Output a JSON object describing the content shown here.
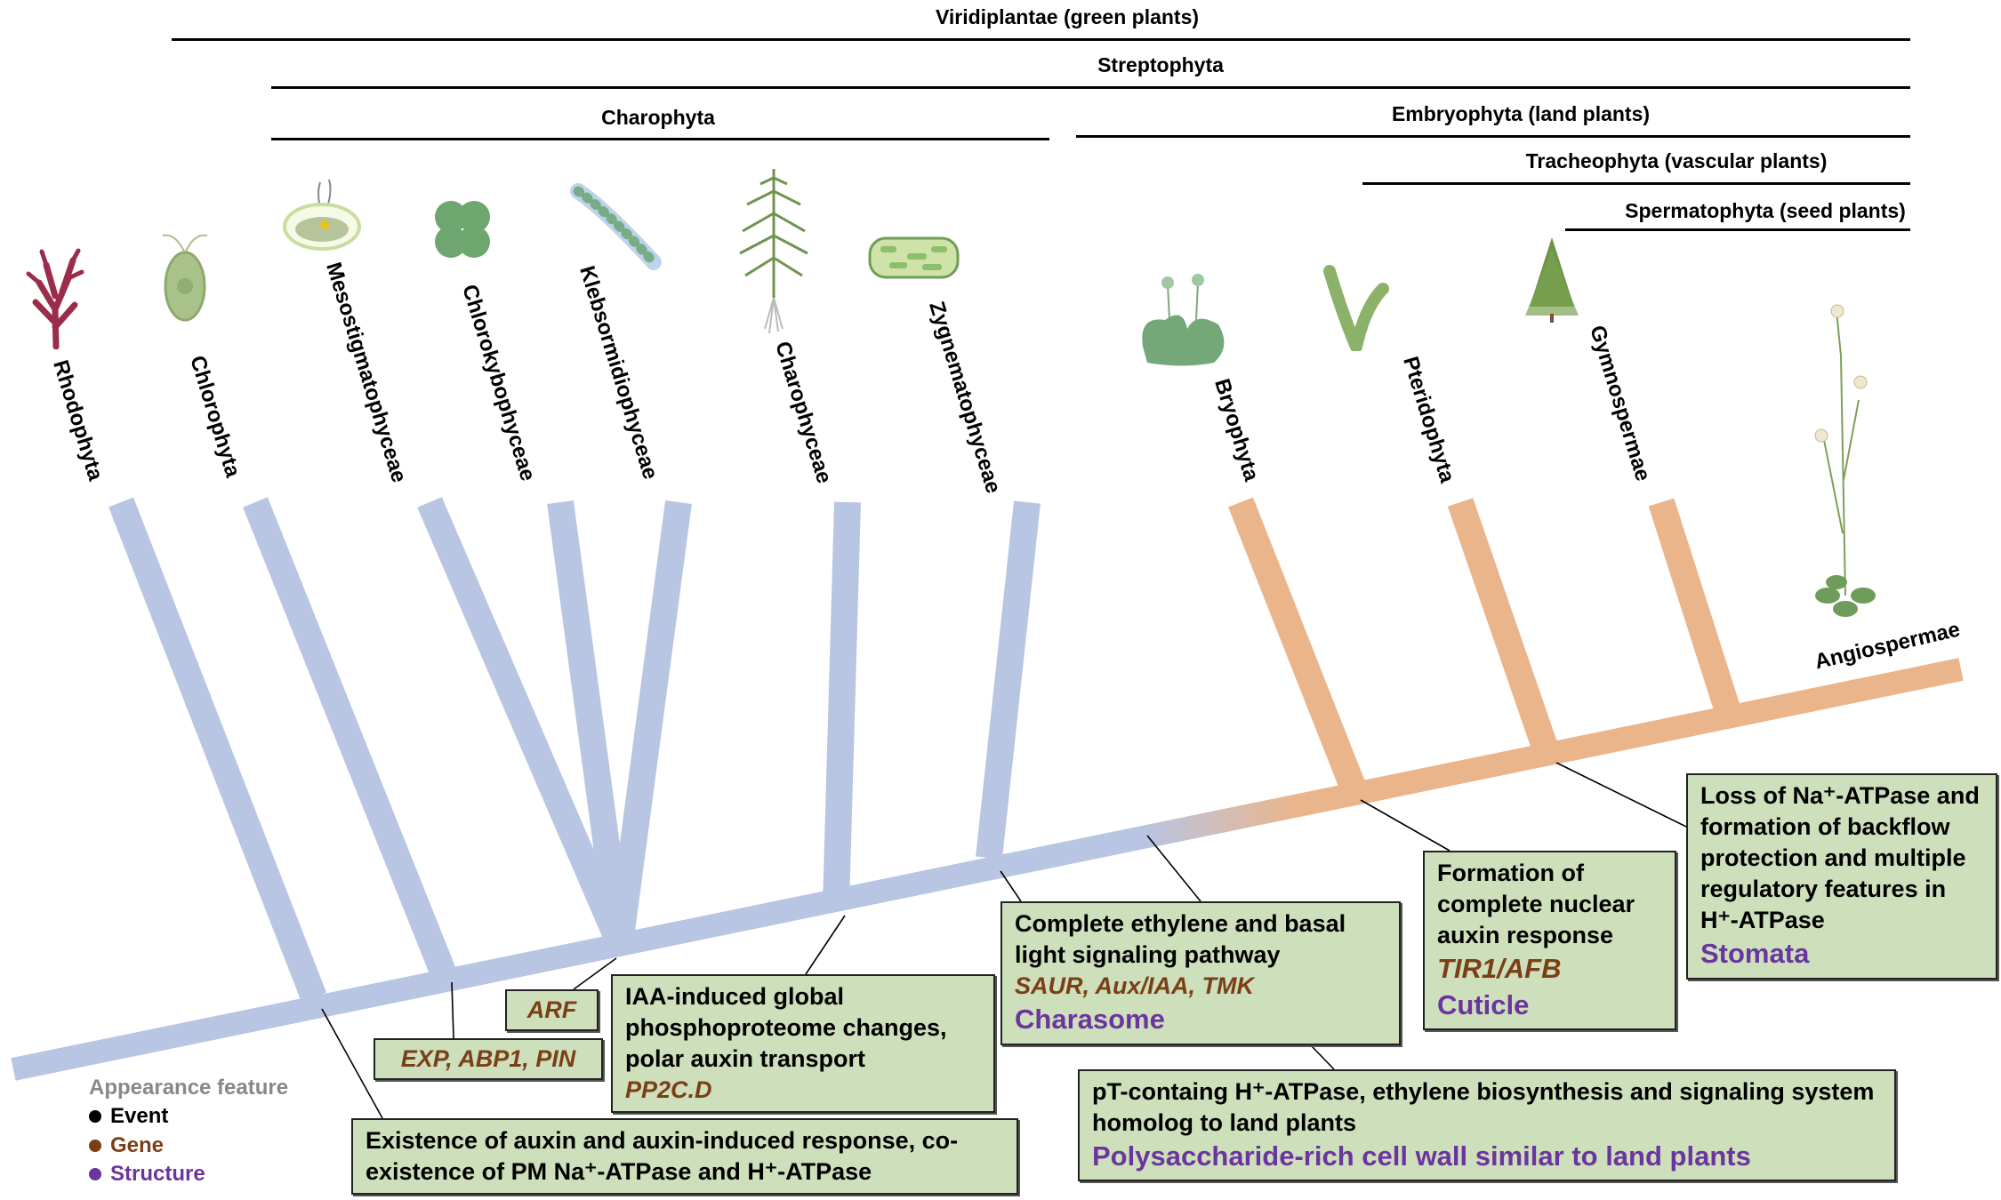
{
  "clades": [
    {
      "id": "viridiplantae",
      "label": "Viridiplantae (green plants)"
    },
    {
      "id": "streptophyta",
      "label": "Streptophyta"
    },
    {
      "id": "charophyta",
      "label": "Charophyta"
    },
    {
      "id": "embryophyta",
      "label": "Embryophyta (land plants)"
    },
    {
      "id": "tracheophyta",
      "label": "Tracheophyta (vascular plants)"
    },
    {
      "id": "spermatophyta",
      "label": "Spermatophyta (seed plants)"
    }
  ],
  "taxa": [
    {
      "name": "Rhodophyta",
      "icon": "red-algae-icon",
      "group": "algae"
    },
    {
      "name": "Chlorophyta",
      "icon": "chlamydomonas-icon",
      "group": "algae"
    },
    {
      "name": "Mesostigmatophyceae",
      "icon": "mesostigma-cell-icon",
      "group": "algae"
    },
    {
      "name": "Chlorokybophyceae",
      "icon": "chlorokybus-cluster-icon",
      "group": "algae"
    },
    {
      "name": "Klebsormidiophyceae",
      "icon": "filament-algae-icon",
      "group": "algae"
    },
    {
      "name": "Charophyceae",
      "icon": "chara-plant-icon",
      "group": "algae"
    },
    {
      "name": "Zygnematophyceae",
      "icon": "zygnema-cell-icon",
      "group": "algae"
    },
    {
      "name": "Bryophyta",
      "icon": "liverwort-icon",
      "group": "land"
    },
    {
      "name": "Pteridophyta",
      "icon": "lycophyte-icon",
      "group": "land"
    },
    {
      "name": "Gymnospermae",
      "icon": "conifer-tree-icon",
      "group": "land"
    },
    {
      "name": "Angiospermae",
      "icon": "arabidopsis-icon",
      "group": "land"
    }
  ],
  "colors": {
    "algae_branch": "#b8c5e3",
    "land_branch": "#ebb58b",
    "box_fill": "#cde0bb",
    "event": "#000000",
    "gene": "#7b3f17",
    "structure": "#6b35a0",
    "legend_header": "#888888"
  },
  "boxes": {
    "auxin_existence": {
      "event": "Existence of auxin and auxin-induced response, co-existence of PM Na⁺-ATPase and H⁺-ATPase"
    },
    "exp_abp1_pin": {
      "gene": "EXP, ABP1, PIN"
    },
    "arf": {
      "gene": "ARF"
    },
    "iaa_phospho": {
      "event": "IAA-induced global phosphoproteome changes, polar auxin transport",
      "gene": "PP2C.D"
    },
    "ethylene_light": {
      "event": "Complete ethylene and basal light signaling pathway",
      "gene": "SAUR, Aux/IAA, TMK",
      "structure": "Charasome"
    },
    "pt_h_atpase": {
      "event": "pT-containg H⁺-ATPase, ethylene biosynthesis and signaling system homolog to land plants",
      "structure": "Polysaccharide-rich cell wall similar to land plants"
    },
    "nuclear_auxin": {
      "event": "Formation of complete nuclear auxin response",
      "gene": "TIR1/AFB",
      "structure": "Cuticle"
    },
    "na_atpase_loss": {
      "event": "Loss of Na⁺-ATPase and formation of backflow protection and multiple regulatory features in H⁺-ATPase",
      "structure": "Stomata"
    }
  },
  "legend": {
    "title": "Appearance feature",
    "items": [
      {
        "label": "Event",
        "color": "#000000"
      },
      {
        "label": "Gene",
        "color": "#7b3f17"
      },
      {
        "label": "Structure",
        "color": "#6b35a0"
      }
    ]
  }
}
